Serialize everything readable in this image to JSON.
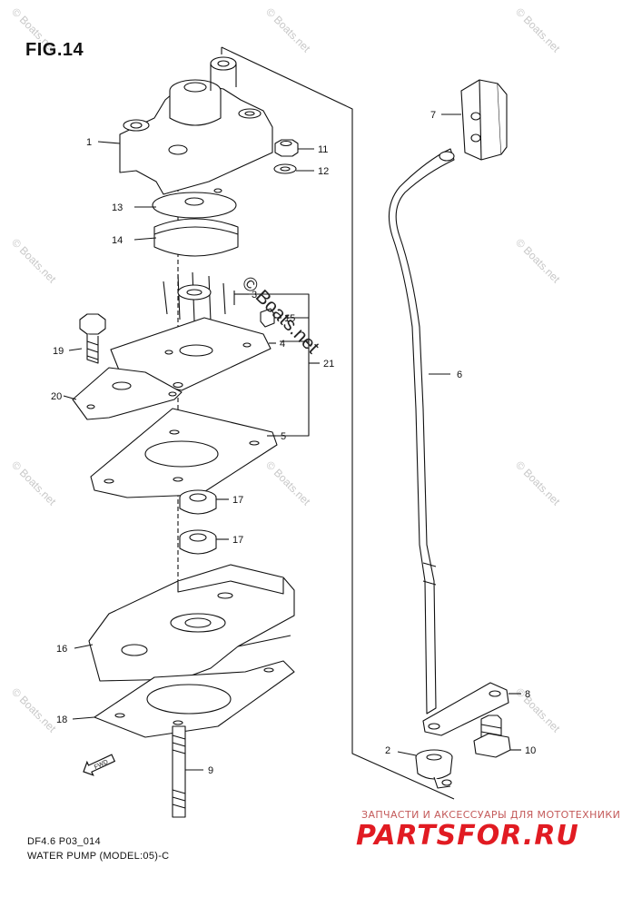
{
  "figure": {
    "title": "FIG.14"
  },
  "captions": {
    "line1": "DF4.6 P03_014",
    "line2": "WATER PUMP (MODEL:05)-C"
  },
  "watermark": {
    "main": "© Boats.net",
    "faint": "© Boats.net"
  },
  "brand": {
    "tagline": "ЗАПЧАСТИ И АКСЕССУАРЫ ДЛЯ МОТОТЕХНИКИ",
    "name": "PARTSFOR.RU"
  },
  "fwd_mark": "FWD",
  "callouts": [
    {
      "id": "c1",
      "text": "1"
    },
    {
      "id": "c2",
      "text": "2"
    },
    {
      "id": "c3",
      "text": "3"
    },
    {
      "id": "c4",
      "text": "4"
    },
    {
      "id": "c5",
      "text": "5"
    },
    {
      "id": "c6",
      "text": "6"
    },
    {
      "id": "c7",
      "text": "7"
    },
    {
      "id": "c8",
      "text": "8"
    },
    {
      "id": "c9",
      "text": "9"
    },
    {
      "id": "c10",
      "text": "10"
    },
    {
      "id": "c11",
      "text": "11"
    },
    {
      "id": "c12",
      "text": "12"
    },
    {
      "id": "c13",
      "text": "13"
    },
    {
      "id": "c14",
      "text": "14"
    },
    {
      "id": "c15",
      "text": "15"
    },
    {
      "id": "c16",
      "text": "16"
    },
    {
      "id": "c17a",
      "text": "17"
    },
    {
      "id": "c17b",
      "text": "17"
    },
    {
      "id": "c18",
      "text": "18"
    },
    {
      "id": "c19",
      "text": "19"
    },
    {
      "id": "c20",
      "text": "20"
    },
    {
      "id": "c21",
      "text": "21"
    }
  ],
  "colors": {
    "line": "#111111",
    "brand": "#e11b22",
    "watermark": "#c8c8c8"
  }
}
